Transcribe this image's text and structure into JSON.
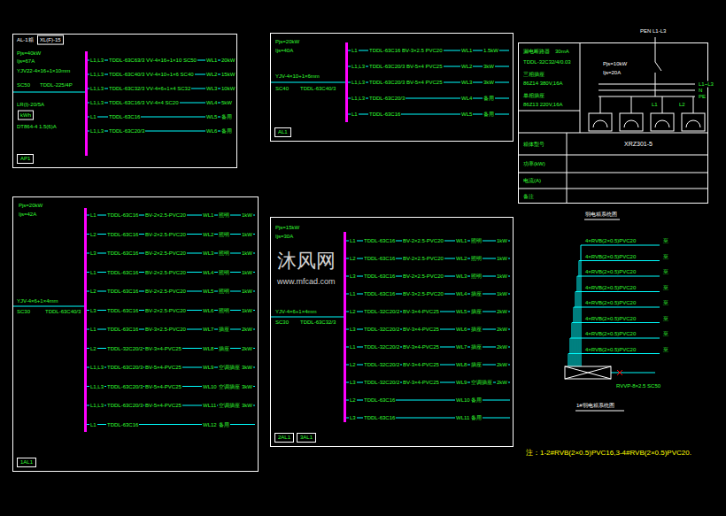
{
  "diagram": {
    "nodes": [
      {
        "text": [
          "AP1"
        ]
      },
      {
        "text": [
          "AL1"
        ]
      },
      {
        "text": [
          "1AL1"
        ]
      },
      {
        "text": [
          "2AL1",
          "3AL1"
        ]
      },
      {
        "text": [
          "XRZ301-5"
        ]
      }
    ],
    "labels": [
      "AL-1箱",
      "XL(F)-15",
      "Pjs=40kW",
      "Ijs=67A",
      "YJV22-4×16+1×10mm",
      "SC50",
      "TDDL-225/4P",
      "LR(I)-20/5A",
      "kWh",
      "DT864-4 1.5(6)A",
      "L1,L3",
      "TDDL-63C63/3 VV-4×16+1×10 SC50",
      "WL1",
      "20kW",
      "L1,L3",
      "TDDL-63C40/3 VV-4×10+1×6 SC40",
      "WL2",
      "15kW",
      "L1,L3",
      "TDDL-63C32/3 VV-4×6+1×4 SC32",
      "WL3",
      "10kW",
      "L1,L3",
      "TDDL-63C16/3 VV-4×4 SC20",
      "WL4",
      "5kW",
      "L1",
      "TDDL-63C16",
      "WL5",
      "备用",
      "L1,L3",
      "TDDL-63C20/3",
      "WL6",
      "备用",
      "Pjs=20kW",
      "Ijs=40A",
      "YJV-4×10+1×6mm",
      "SC40",
      "TDDL-63C40/3",
      "L1",
      "TDDL-63C16 BV-3×2.5 PVC20",
      "WL1",
      "1.5kW",
      "L1,L3",
      "TDDL-63C20/3 BV-5×4 PVC25",
      "WL2",
      "3kW",
      "L1,L3",
      "TDDL-63C20/3 BV-5×4 PVC25",
      "WL3",
      "3kW",
      "L1,L3",
      "TDDL-63C20/3",
      "WL4",
      "备用",
      "L1",
      "TDDL-63C16",
      "WL5",
      "备用",
      "Pjs=20kW",
      "Ijs=42A",
      "YJV-4×6+1×4mm",
      "SC30",
      "TDDL-63C40/3",
      "L1",
      "TDDL-63C16",
      "BV-2×2.5-PVC20",
      "WL1",
      "照明",
      "1kW",
      "L2",
      "TDDL-63C16",
      "BV-2×2.5-PVC20",
      "WL2",
      "照明",
      "1kW",
      "L3",
      "TDDL-63C16",
      "BV-2×2.5-PVC20",
      "WL3",
      "照明",
      "1kW",
      "L1",
      "TDDL-63C16",
      "BV-2×2.5-PVC20",
      "WL4",
      "照明",
      "1kW",
      "L2",
      "TDDL-63C16",
      "BV-2×2.5-PVC20",
      "WL5",
      "照明",
      "1kW",
      "L3",
      "TDDL-63C16",
      "BV-2×2.5-PVC20",
      "WL6",
      "照明",
      "1kW",
      "L1",
      "TDDL-63C16",
      "BV-3×2.5-PVC20",
      "WL7",
      "插座",
      "2kW",
      "L2",
      "TDDL-32C20/2",
      "BV-3×4-PVC25",
      "WL8",
      "插座",
      "2kW",
      "L1,L3",
      "TDDL-63C20/3",
      "BV-5×4-PVC25",
      "WL9",
      "空调插座",
      "3kW",
      "L1,L3",
      "TDDL-63C20/3",
      "BV-5×4-PVC25",
      "WL10",
      "空调插座",
      "3kW",
      "L1,L3",
      "TDDL-63C20/3",
      "BV-5×4-PVC25",
      "WL11",
      "空调插座",
      "3kW",
      "L1",
      "TDDL-63C16",
      "WL12",
      "备用",
      "Pjs=15kW",
      "Ijs=30A",
      "YJV-4×6+1×4mm",
      "SC30",
      "TDDL-63C32/3",
      "L1",
      "TDDL-63C16",
      "BV-2×2.5-PVC20",
      "WL1",
      "照明",
      "1kW",
      "L2",
      "TDDL-63C16",
      "BV-2×2.5-PVC20",
      "WL2",
      "照明",
      "1kW",
      "L3",
      "TDDL-63C16",
      "BV-2×2.5-PVC20",
      "WL3",
      "照明",
      "1kW",
      "L1",
      "TDDL-63C16",
      "BV-3×2.5-PVC20",
      "WL4",
      "插座",
      "1kW",
      "L2",
      "TDDL-32C20/2",
      "BV-3×4-PVC25",
      "WL5",
      "插座",
      "2kW",
      "L3",
      "TDDL-32C20/2",
      "BV-3×4-PVC25",
      "WL6",
      "插座",
      "2kW",
      "L1",
      "TDDL-32C20/2",
      "BV-3×4-PVC25",
      "WL7",
      "插座",
      "2kW",
      "L2",
      "TDDL-32C20/2",
      "BV-3×4-PVC25",
      "WL8",
      "插座",
      "2kW",
      "L3",
      "TDDL-32C20/2",
      "BV-3×4-PVC25",
      "WL9",
      "空调插座",
      "2kW",
      "L2",
      "TDDL-63C16",
      "WL10",
      "备用",
      "L3",
      "TDDL-63C16",
      "WL11",
      "备用",
      "漏电断路器",
      "30mA",
      "TDDL-32C32/4/0.03",
      "三相插座",
      "86Z14 380V,16A",
      "单相插座",
      "86Z13 220V,16A",
      "箱体型号",
      "功率(kW)",
      "电流(A)",
      "备注",
      "PEN L1-L3",
      "Pjs=10kW",
      "Ijs=20A",
      "L1~L3",
      "N",
      "PE",
      "L1",
      "L2",
      "弱电箱系统图",
      "4×RVB(2×0.5)PVC20",
      "至",
      "4×RVB(2×0.5)PVC20",
      "至",
      "4×RVB(2×0.5)PVC20",
      "至",
      "4×RVB(2×0.5)PVC20",
      "至",
      "4×RVB(2×0.5)PVC20",
      "至",
      "4×RVB(2×0.5)PVC20",
      "至",
      "4×RVB(2×0.5)PVC20",
      "至",
      "4×RVB(2×0.5)PVC20",
      "至",
      "RVVP-8×2.5 SC50",
      "1#弱电箱系统图",
      "注：1-2#RVB(2×0.5)PVC16,3-4#RVB(2×0.5)PVC20.",
      "沐风网",
      "www.mfcad.com"
    ]
  }
}
